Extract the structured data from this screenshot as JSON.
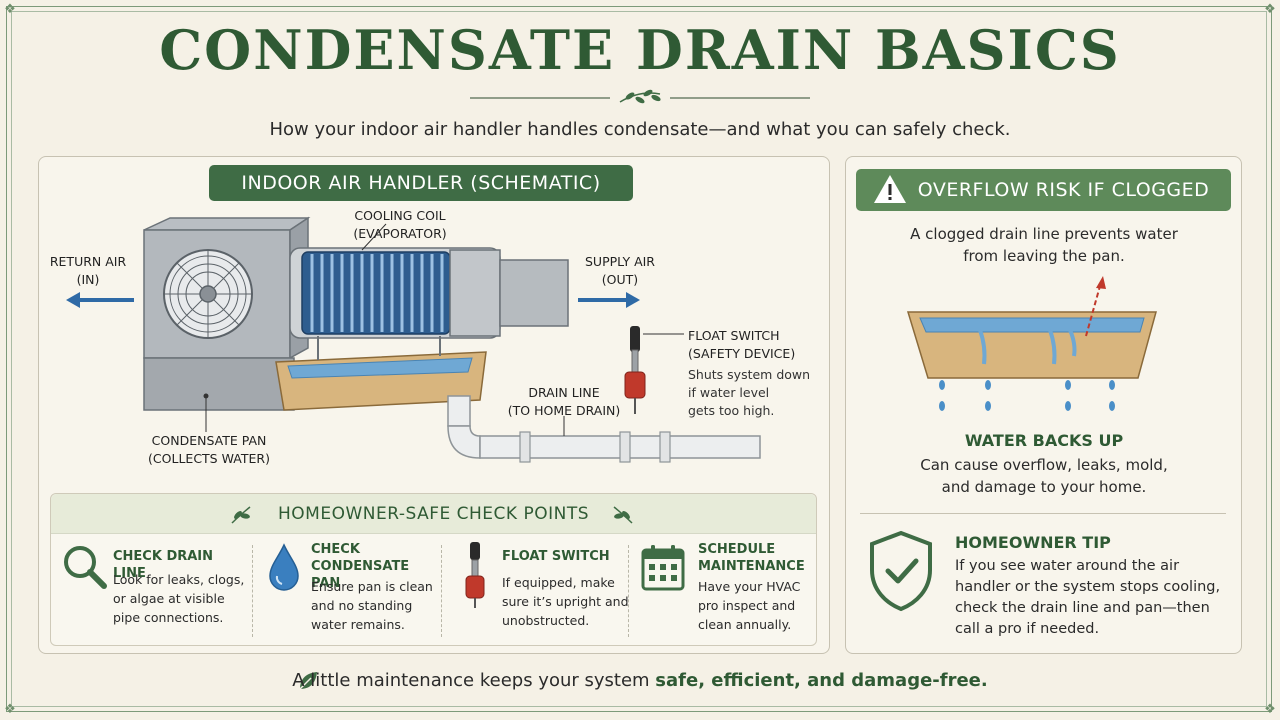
{
  "title": "CONDENSATE DRAIN BASICS",
  "subtitle": "How your indoor air handler handles condensate—and what you can safely check.",
  "left_panel": {
    "banner": "INDOOR AIR HANDLER (SCHEMATIC)",
    "labels": {
      "cooling_coil": [
        "COOLING COIL",
        "(EVAPORATOR)"
      ],
      "return_air": [
        "RETURN AIR",
        "(IN)"
      ],
      "supply_air": [
        "SUPPLY AIR",
        "(OUT)"
      ],
      "float_switch": [
        "FLOAT SWITCH",
        "(SAFETY DEVICE)"
      ],
      "float_switch_desc": [
        "Shuts system down",
        "if water level",
        "gets too high."
      ],
      "drain_line": [
        "DRAIN LINE",
        "(TO HOME DRAIN)"
      ],
      "condensate_pan": [
        "CONDENSATE PAN",
        "(COLLECTS WATER)"
      ]
    }
  },
  "checks": {
    "title": "HOMEOWNER-SAFE CHECK POINTS",
    "items": [
      {
        "icon": "magnifier-icon",
        "title": [
          "CHECK DRAIN LINE"
        ],
        "desc": [
          "Look for leaks, clogs,",
          "or algae at visible",
          "pipe connections."
        ]
      },
      {
        "icon": "water-drop-icon",
        "title": [
          "CHECK",
          "CONDENSATE PAN"
        ],
        "desc": [
          "Ensure pan is clean",
          "and no standing",
          "water remains."
        ]
      },
      {
        "icon": "float-switch-icon",
        "title": [
          "FLOAT SWITCH"
        ],
        "desc": [
          "If equipped, make",
          "sure it’s upright and",
          "unobstructed."
        ]
      },
      {
        "icon": "calendar-icon",
        "title": [
          "SCHEDULE",
          "MAINTENANCE"
        ],
        "desc": [
          "Have your HVAC",
          "pro inspect and",
          "clean annually."
        ]
      }
    ]
  },
  "right_panel": {
    "banner": "OVERFLOW RISK IF CLOGGED",
    "intro": [
      "A clogged drain line prevents water",
      "from leaving the pan."
    ],
    "backs_up_title": "WATER BACKS UP",
    "backs_up_desc": [
      "Can cause overflow, leaks, mold,",
      "and damage to your home."
    ],
    "tip_title": "HOMEOWNER TIP",
    "tip_desc": [
      "If you see water around the air",
      "handler or the system stops cooling,",
      "check the drain line and pan—then",
      "call a pro if needed."
    ]
  },
  "footer": {
    "prefix": "A little maintenance keeps your system ",
    "emphasis": "safe, efficient, and damage-free."
  },
  "colors": {
    "accent_green": "#3f6c45",
    "title_green": "#2f5a34",
    "arrow_blue": "#2f6aa6",
    "background": "#f5f1e6"
  }
}
